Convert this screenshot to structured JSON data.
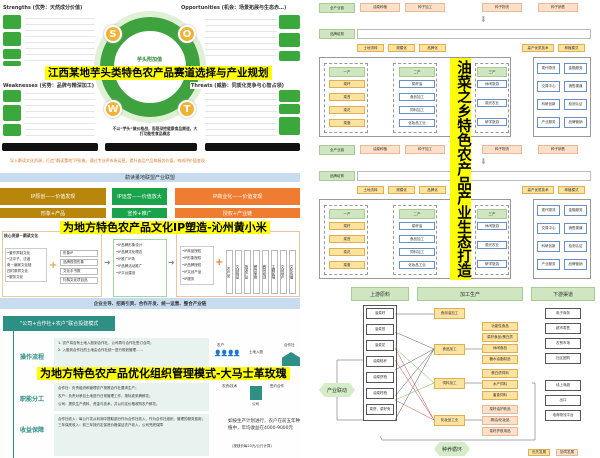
{
  "swot": {
    "title": "江西某地芋头类特色农产品赛道选择与产业规划",
    "strengths": "Strengths (优势：天然成分价值)",
    "opportunities": "Opportunities (机会：场景拓展与生态赤…)",
    "weaknesses": "Weaknesses (劣势：品牌与精深加工)",
    "threats": "Threats (威胁：同质化竞争与心智占领)",
    "letters": [
      "S",
      "O",
      "W",
      "T"
    ],
    "center": "芋头附加值",
    "note": "不以“芋头”做价格战，而是深挖健康食品赛道，大打功能性食品概念"
  },
  "ip": {
    "title": "为地方特色农产品文化IP塑造-沁州黄小米",
    "intro": "导入鹬读文化资源，打造“鹬读董地”IP形象，通过专业IP市场运营，提升该品产品和服务价值，构成IP价值变现",
    "header": "鹬读董地联盟产业联盟",
    "columns": [
      {
        "head": "IP原创——价值发现",
        "sub": "形象+产品",
        "color": "#b8860b"
      },
      {
        "head": "IP运营——价值放大",
        "sub": "宣传+推广",
        "color": "#1aa34a"
      },
      {
        "head": "IP商业化——价值变现",
        "sub": "授权+产业链",
        "color": "#ee7d31"
      }
    ],
    "core_title": "核心资源－鹬读文化",
    "core_items": [
      "•董作宾制文化",
      "•沈中子、沈诸",
      "奇－编家文化链",
      "四时祭拜文化",
      "•服务文化"
    ],
    "mid_items": [
      "形象IP",
      "品牌视觉形象",
      "文化手书数",
      "衍鹬文化项目品"
    ],
    "ops_items": [
      "•IP品牌形象设计",
      "•IP品牌文化理念",
      "•IP推广IP场",
      "•IP品牌活动推广",
      "•IP平台建设"
    ],
    "biz_items": [
      "•IP商品授权",
      "•IP形象授权",
      "•IP品牌授权",
      "•IP文创产品",
      "•IP服务"
    ],
    "products": [
      "农产品",
      "文创商品",
      "旅游产品",
      "餐饮美食",
      "教育培训",
      "主题民宿",
      "文创地产",
      "文化传播"
    ],
    "footer": "企业主导、招商引资、合作开发、统一运营、整合产业链"
  },
  "org": {
    "title": "为地方特色农产品优化组织管理模式-大马士革玫瑰",
    "header": "“公司+合作社+农户”联合投建模式",
    "sections": [
      {
        "label": "操作流程",
        "lines": [
          "1. 农户将自有土地入股到合作社，公司再与合作社签订合同；",
          "2. 入股到合作社的土地由合作社统一进行规划管理……"
        ]
      },
      {
        "label": "职能分工",
        "lines": [
          "合作社：负责组织和管理农户按照合作社要求生产；",
          "农户：负责对承包土地进行日常管理工作，按标准采摘鲜花；",
          "公司：提供生产资料、资金与技术，并以约定价格收购农户鲜花。"
        ]
      },
      {
        "label": "收益保障",
        "lines": [
          "合作社收入：每公斤花从利润中提取部分作为合作社收入，作为合作社组织、管理的服务费用；",
          "三年保底收入：前三年按约定保底价格保证农户收入，公司兜底保障"
        ]
      }
    ],
    "diagram": {
      "farmer": "农户",
      "coop": "合作社",
      "company": "公司",
      "land": "土地入股",
      "service": "农资/技术",
      "contract": "签约合作"
    },
    "income": "如按生产计划进行，农户在前五年种植中，年均收益在4000-9000元",
    "income_note": "(按缺价每20元/公斤计算)"
  },
  "eco": {
    "title": "油菜之乡特色农产品产业生态打造",
    "chain": [
      "油菜种植",
      "种子加工",
      "种子物流",
      "种子销售"
    ],
    "row_label_1": "全产业链",
    "row_label_2": "品牌培育",
    "supports": [
      "土地流转",
      "规模化",
      "品牌化",
      "高产优质技术",
      "种植模式"
    ],
    "primary": "一产",
    "secondary": "二产",
    "tertiary": "三产",
    "primary_items": [
      "菜籽",
      "菜苔",
      "菜花",
      "菜薹"
    ],
    "secondary_items": [
      "菜籽油",
      "食品加工",
      "饲料加工",
      "化妆品工业"
    ],
    "tertiary_items": [
      "休闲旅游",
      "观光农业",
      "研学旅游"
    ],
    "right_items": [
      "现代物流",
      "金融服务",
      "交易中心",
      "销售渠道",
      "科研创新",
      "检测认证",
      "产业服务",
      "品牌营销"
    ],
    "sections": [
      "上游原料",
      "加工生产",
      "下游渠道"
    ],
    "up": [
      "油菜籽",
      "油菜苔",
      "油菜花",
      "油菜秸秆",
      "油菜饼粕",
      "油菜籽粕",
      "菜饼、菜籽壳"
    ],
    "mid": [
      "食用油加工",
      "食品加工",
      "饲料加工",
      "化妆品工业"
    ],
    "outs": [
      "功能性食品",
      "菜籽食品/蛋白质",
      "休闲食品",
      "糖水油脂制品",
      "蛋白质饲料",
      "水产饲料",
      "畜禽饲料",
      "菜籽油护肤品",
      "精油/化妆品",
      "菜籽护肤用品"
    ],
    "down": [
      "电子商务",
      "超市零售",
      "农贸市场",
      "社区团购",
      "线上商超",
      "出口",
      "电商物流平台"
    ],
    "industry": "产业联动",
    "cycle": "种养循环",
    "legend": [
      "优先发展",
      "协同发展"
    ]
  }
}
